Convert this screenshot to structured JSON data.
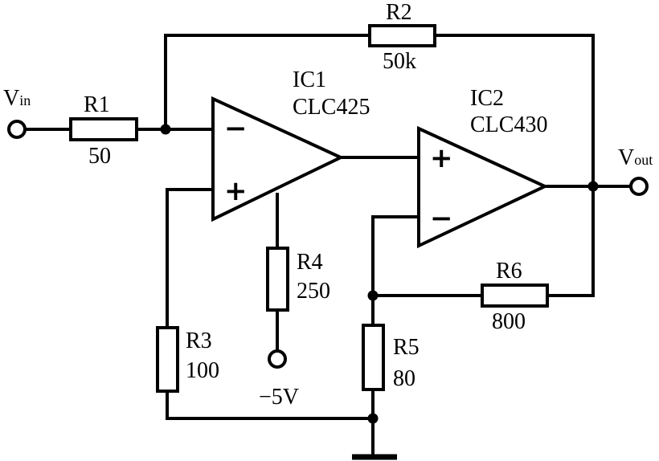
{
  "circuit": {
    "input": {
      "label": "V",
      "sub": "in"
    },
    "output": {
      "label": "V",
      "sub": "out"
    },
    "ic1": {
      "name": "IC1",
      "part": "CLC425",
      "inv_sign": "−",
      "noninv_sign": "+"
    },
    "ic2": {
      "name": "IC2",
      "part": "CLC430",
      "inv_sign": "−",
      "noninv_sign": "+"
    },
    "resistors": {
      "r1": {
        "name": "R1",
        "value": "50"
      },
      "r2": {
        "name": "R2",
        "value": "50k"
      },
      "r3": {
        "name": "R3",
        "value": "100"
      },
      "r4": {
        "name": "R4",
        "value": "250"
      },
      "r5": {
        "name": "R5",
        "value": "80"
      },
      "r6": {
        "name": "R6",
        "value": "800"
      }
    },
    "supply": {
      "label": "−5V"
    }
  }
}
